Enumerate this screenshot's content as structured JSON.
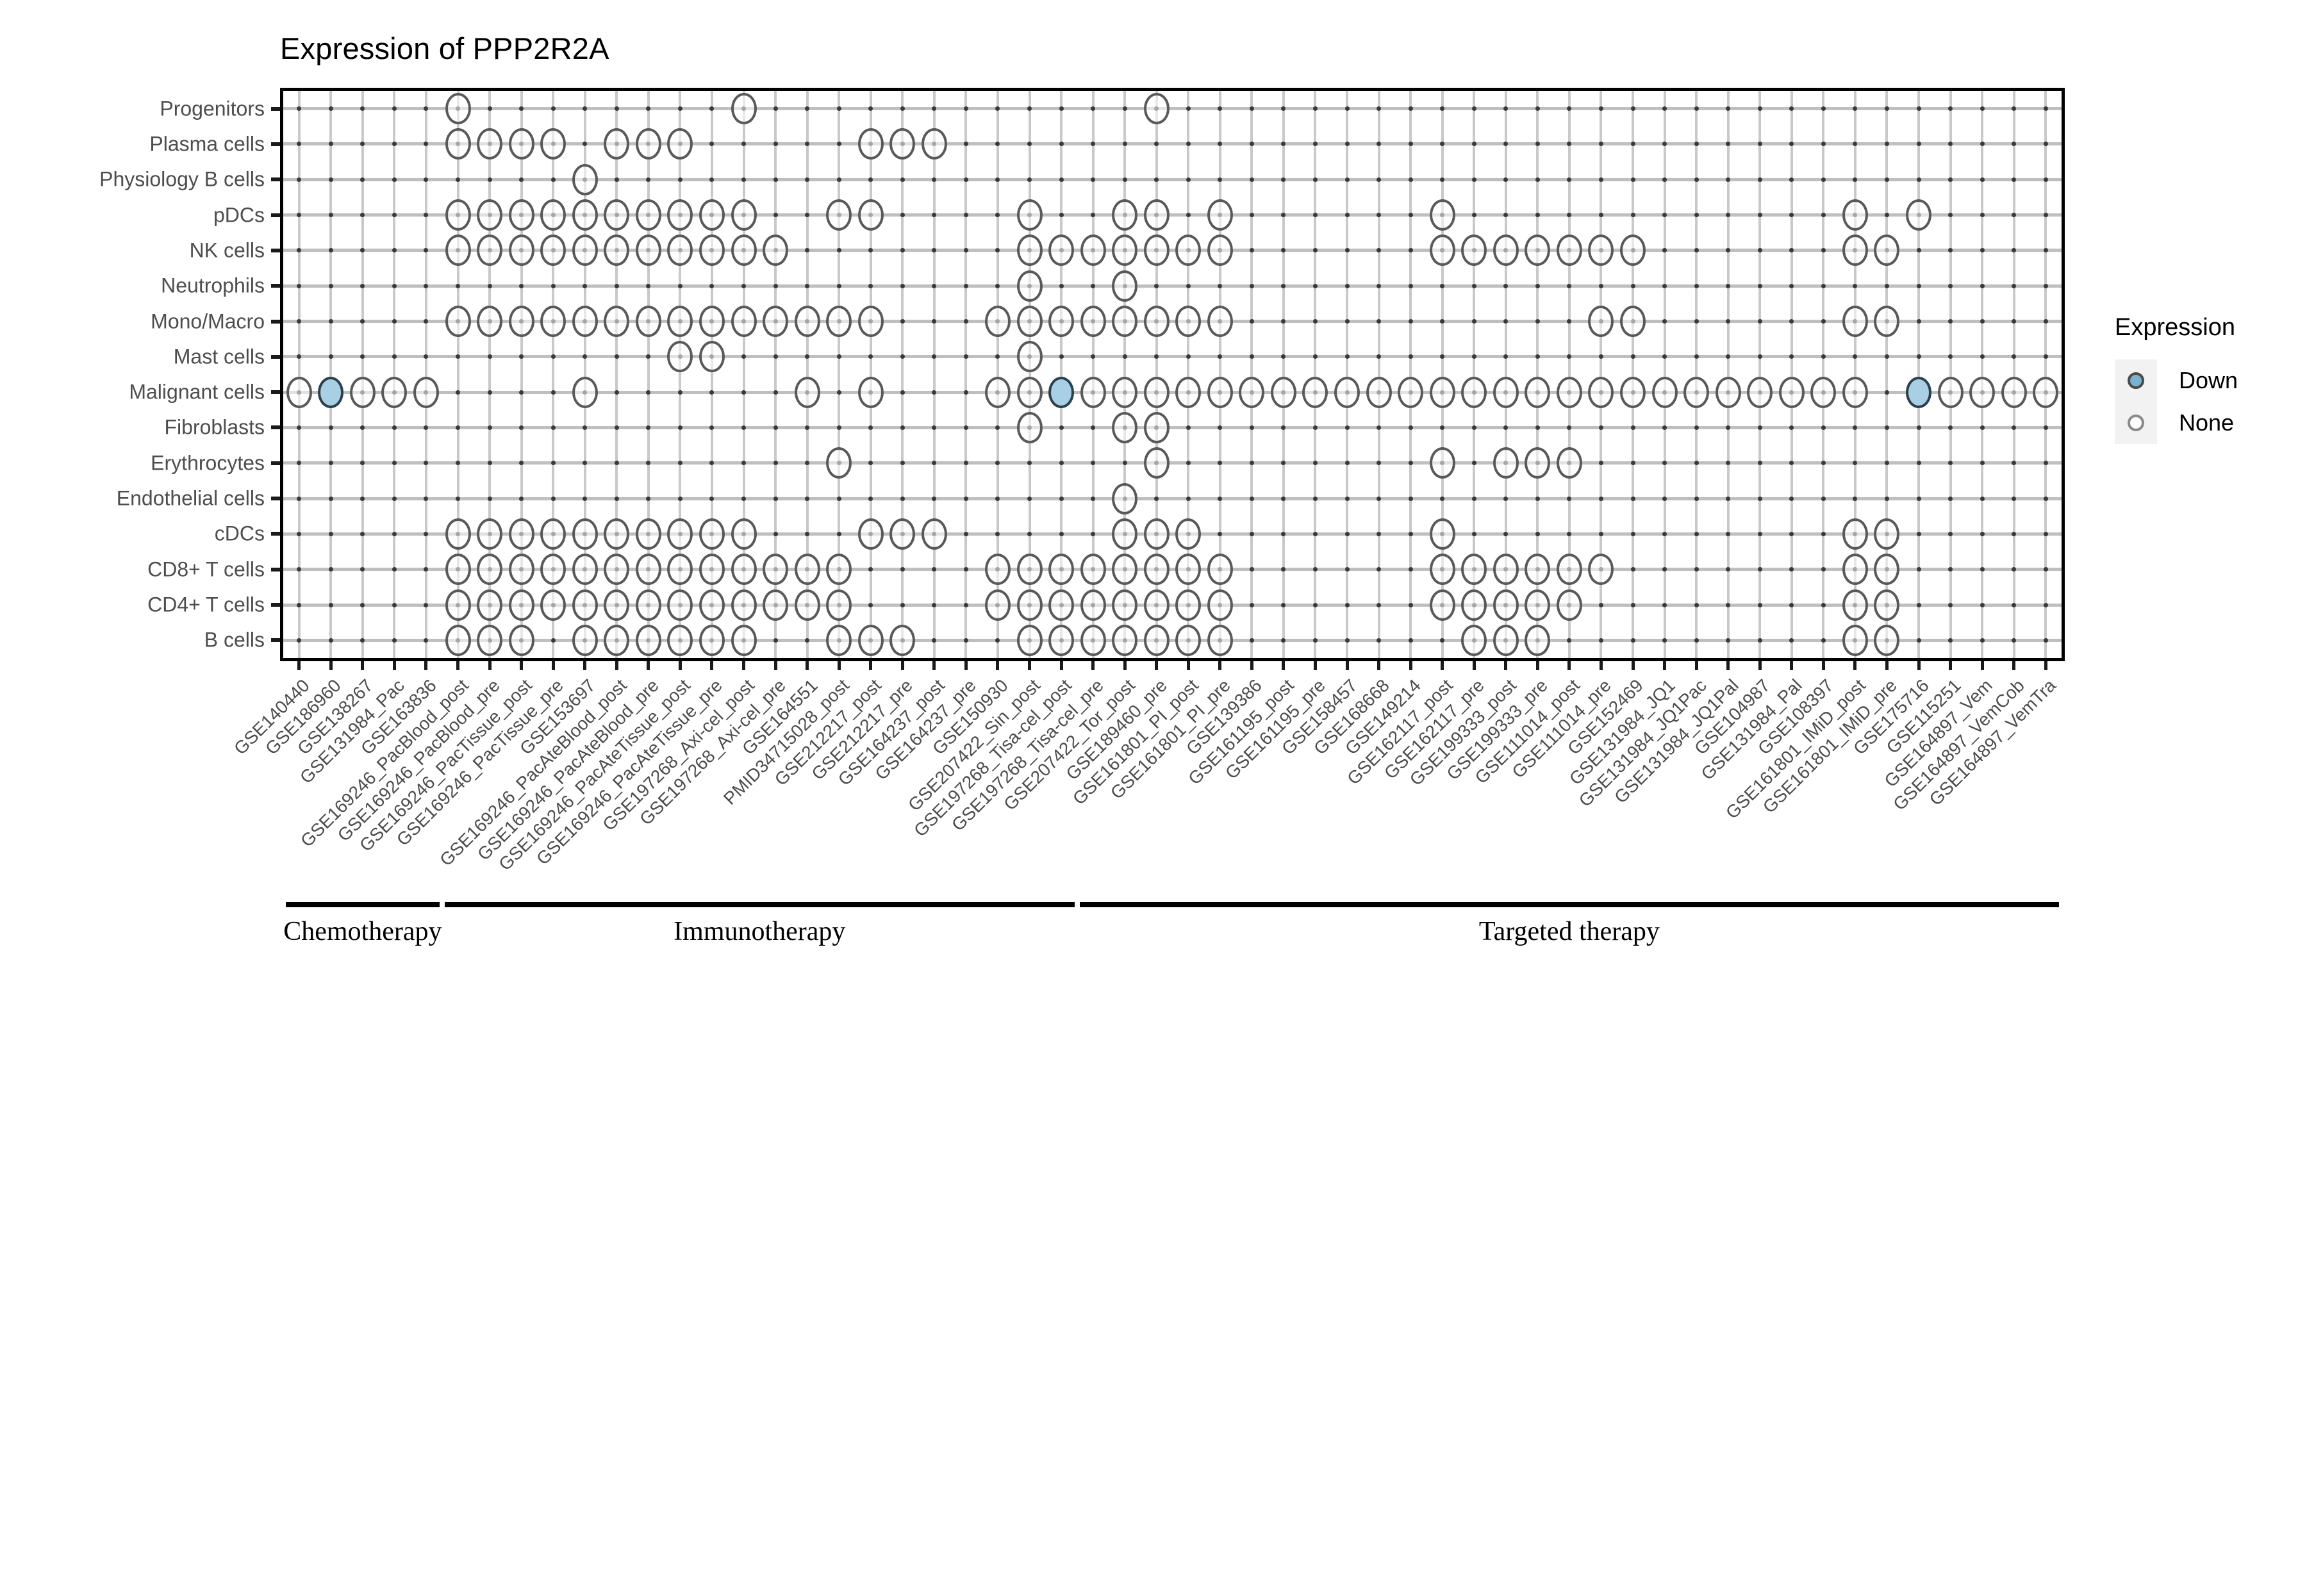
{
  "title": "Expression of PPP2R2A",
  "legend": {
    "title": "Expression",
    "items": [
      {
        "label": "Down",
        "state": "down",
        "color": "#79b2d1"
      },
      {
        "label": "None",
        "state": "none",
        "color": "#ffffff"
      }
    ]
  },
  "groups": [
    {
      "label": "Chemotherapy",
      "start": 0,
      "end": 4
    },
    {
      "label": "Immunotherapy",
      "start": 5,
      "end": 24
    },
    {
      "label": "Targeted therapy",
      "start": 25,
      "end": 55
    }
  ],
  "chart_data": {
    "type": "heatmap",
    "title": "Expression of PPP2R2A",
    "xlabel": "",
    "ylabel": "",
    "grid": true,
    "legend_position": "right",
    "value_levels": [
      "Down",
      "None"
    ],
    "colors": {
      "Down": "#a9cfe4",
      "None": "#ffffff",
      "outline": "#595959"
    },
    "y_categories": [
      "Progenitors",
      "Plasma cells",
      "Physiology B cells",
      "pDCs",
      "NK cells",
      "Neutrophils",
      "Mono/Macro",
      "Mast cells",
      "Malignant cells",
      "Fibroblasts",
      "Erythrocytes",
      "Endothelial cells",
      "cDCs",
      "CD8+ T cells",
      "CD4+ T cells",
      "B cells"
    ],
    "x_categories": [
      "GSE140440",
      "GSE186960",
      "GSE138267",
      "GSE131984_Pac",
      "GSE163836",
      "GSE169246_PacBlood_post",
      "GSE169246_PacBlood_pre",
      "GSE169246_PacTissue_post",
      "GSE169246_PacTissue_pre",
      "GSE153697",
      "GSE169246_PacAteBlood_post",
      "GSE169246_PacAteBlood_pre",
      "GSE169246_PacAteTissue_post",
      "GSE169246_PacAteTissue_pre",
      "GSE197268_Axi-cel_post",
      "GSE197268_Axi-cel_pre",
      "GSE164551",
      "PMID34715028_post",
      "GSE212217_post",
      "GSE212217_pre",
      "GSE164237_post",
      "GSE164237_pre",
      "GSE150930",
      "GSE207422_Sin_post",
      "GSE197268_Tisa-cel_post",
      "GSE197268_Tisa-cel_pre",
      "GSE207422_Tor_post",
      "GSE189460_pre",
      "GSE161801_PI_post",
      "GSE161801_PI_pre",
      "GSE139386",
      "GSE161195_post",
      "GSE161195_pre",
      "GSE158457",
      "GSE168668",
      "GSE149214",
      "GSE162117_post",
      "GSE162117_pre",
      "GSE199333_post",
      "GSE199333_pre",
      "GSE111014_post",
      "GSE111014_pre",
      "GSE152469",
      "GSE131984_JQ1",
      "GSE131984_JQ1Pac",
      "GSE131984_JQ1Pal",
      "GSE104987",
      "GSE131984_Pal",
      "GSE108397",
      "GSE161801_IMiD_post",
      "GSE161801_IMiD_pre",
      "GSE175716",
      "GSE115251",
      "GSE164897_Vem",
      "GSE164897_VemCob",
      "GSE164897_VemTra"
    ],
    "cells": [
      {
        "row": 0,
        "cols": [
          5,
          14,
          27
        ],
        "value": "None"
      },
      {
        "row": 1,
        "cols": [
          5,
          6,
          7,
          8,
          10,
          11,
          12,
          18,
          19,
          20
        ],
        "value": "None"
      },
      {
        "row": 2,
        "cols": [
          9
        ],
        "value": "None"
      },
      {
        "row": 3,
        "cols": [
          5,
          6,
          7,
          8,
          9,
          10,
          11,
          12,
          13,
          14,
          17,
          18,
          23,
          26,
          27,
          29,
          36,
          49,
          51
        ],
        "value": "None"
      },
      {
        "row": 4,
        "cols": [
          5,
          6,
          7,
          8,
          9,
          10,
          11,
          12,
          13,
          14,
          15,
          23,
          24,
          25,
          26,
          27,
          28,
          29,
          36,
          37,
          38,
          39,
          40,
          41,
          42,
          49,
          50
        ],
        "value": "None"
      },
      {
        "row": 5,
        "cols": [
          23,
          26
        ],
        "value": "None"
      },
      {
        "row": 6,
        "cols": [
          5,
          6,
          7,
          8,
          9,
          10,
          11,
          12,
          13,
          14,
          15,
          16,
          17,
          18,
          22,
          23,
          24,
          25,
          26,
          27,
          28,
          29,
          41,
          42,
          49,
          50
        ],
        "value": "None"
      },
      {
        "row": 7,
        "cols": [
          12,
          13,
          23
        ],
        "value": "None"
      },
      {
        "row": 8,
        "cols": [
          0,
          2,
          3,
          4,
          9,
          16,
          18,
          22,
          23,
          25,
          26,
          27,
          28,
          29,
          30,
          31,
          32,
          33,
          34,
          35,
          36,
          37,
          38,
          39,
          40,
          41,
          42,
          43,
          44,
          45,
          46,
          47,
          48,
          49,
          52,
          53,
          54,
          55
        ],
        "value": "None"
      },
      {
        "row": 8,
        "cols": [
          1,
          24,
          51
        ],
        "value": "Down"
      },
      {
        "row": 9,
        "cols": [
          23,
          26,
          27
        ],
        "value": "None"
      },
      {
        "row": 10,
        "cols": [
          17,
          27,
          36,
          38,
          39,
          40
        ],
        "value": "None"
      },
      {
        "row": 11,
        "cols": [
          26
        ],
        "value": "None"
      },
      {
        "row": 12,
        "cols": [
          5,
          6,
          7,
          8,
          9,
          10,
          11,
          12,
          13,
          14,
          18,
          19,
          20,
          26,
          27,
          28,
          36,
          49,
          50
        ],
        "value": "None"
      },
      {
        "row": 13,
        "cols": [
          5,
          6,
          7,
          8,
          9,
          10,
          11,
          12,
          13,
          14,
          15,
          16,
          17,
          22,
          23,
          24,
          25,
          26,
          27,
          28,
          29,
          36,
          37,
          38,
          39,
          40,
          41,
          49,
          50
        ],
        "value": "None"
      },
      {
        "row": 14,
        "cols": [
          5,
          6,
          7,
          8,
          9,
          10,
          11,
          12,
          13,
          14,
          15,
          16,
          17,
          22,
          23,
          24,
          25,
          26,
          27,
          28,
          29,
          36,
          37,
          38,
          39,
          40,
          49,
          50
        ],
        "value": "None"
      },
      {
        "row": 15,
        "cols": [
          5,
          6,
          7,
          9,
          10,
          11,
          12,
          13,
          14,
          17,
          18,
          19,
          23,
          24,
          25,
          26,
          27,
          28,
          29,
          37,
          38,
          39,
          49,
          50
        ],
        "value": "None"
      }
    ]
  }
}
